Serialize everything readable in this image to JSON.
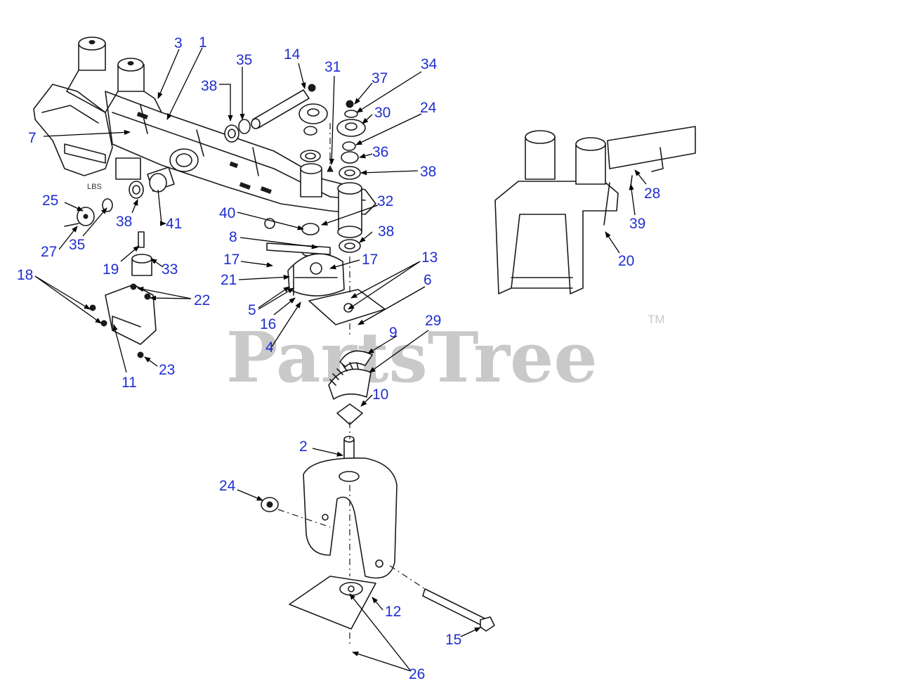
{
  "watermark": {
    "text": "PartsTree",
    "trademark": "TM"
  },
  "frame_marking": "LBS",
  "callouts": [
    "1",
    "2",
    "3",
    "4",
    "5",
    "6",
    "7",
    "8",
    "9",
    "10",
    "11",
    "12",
    "13",
    "14",
    "15",
    "16",
    "17",
    "18",
    "19",
    "20",
    "21",
    "22",
    "23",
    "24",
    "25",
    "26",
    "27",
    "28",
    "29",
    "30",
    "31",
    "32",
    "33",
    "34",
    "35",
    "36",
    "37",
    "38",
    "39",
    "40",
    "41"
  ],
  "colors": {
    "callout": "#1f2fd0",
    "line": "#1a1a1a",
    "watermark": "#c9c9c9"
  }
}
